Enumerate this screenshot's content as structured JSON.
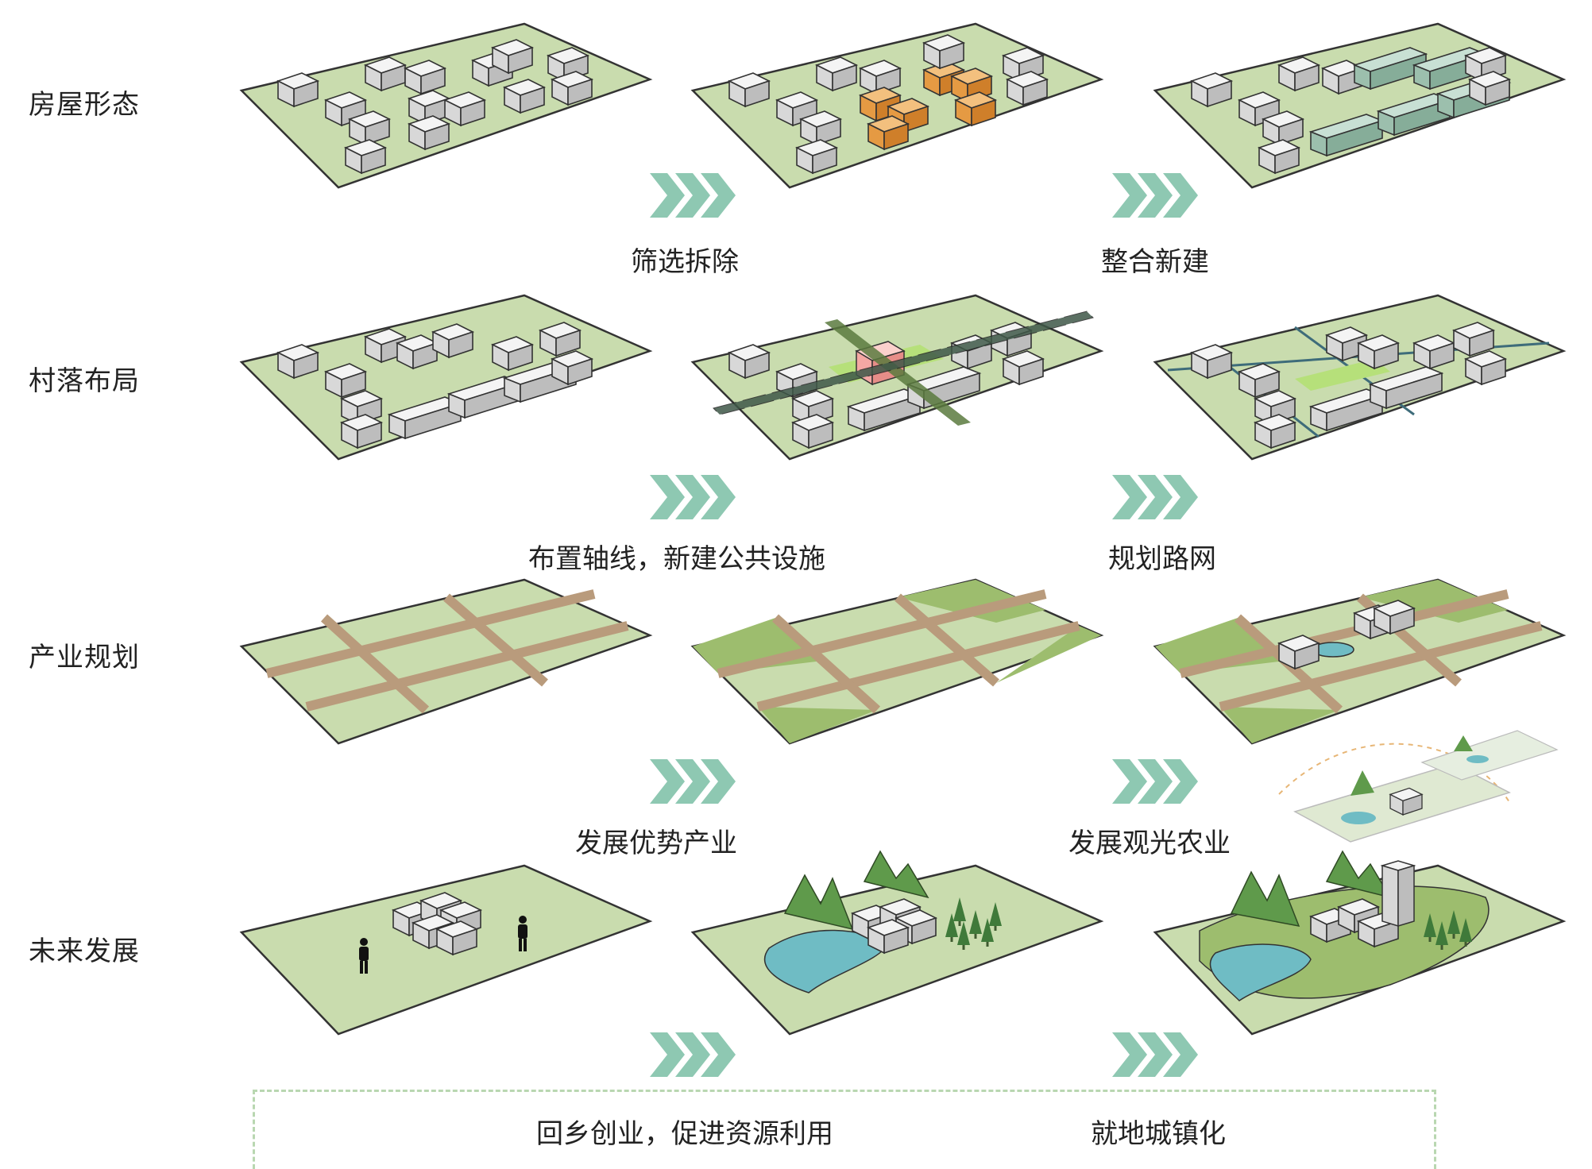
{
  "rows": [
    {
      "label": "房屋形态"
    },
    {
      "label": "村落布局"
    },
    {
      "label": "产业规划"
    },
    {
      "label": "未来发展"
    }
  ],
  "steps": [
    {
      "label": "筛选拆除"
    },
    {
      "label": "整合新建"
    },
    {
      "label": "布置轴线，新建公共设施"
    },
    {
      "label": "规划路网"
    },
    {
      "label": "发展优势产业"
    },
    {
      "label": "发展观光农业"
    },
    {
      "label": "回乡创业，促进资源利用"
    },
    {
      "label": "就地城镇化"
    }
  ],
  "colors": {
    "ground": "#c9dcae",
    "ground_dark": "#9dbd6e",
    "road": "#b99b7c",
    "water": "#6fbcc4",
    "mountain": "#5f9a4b",
    "demolish": "#e59a43",
    "new_build": "#a9cbbb",
    "axis": "#5b7a3e",
    "public": "#f4a7a3",
    "chevron": "#8ec8b2",
    "dash": "#b9d7b1"
  },
  "icons": [
    "chevron-right-icon",
    "person-icon",
    "tree-icon",
    "mountain-icon",
    "building-icon"
  ]
}
